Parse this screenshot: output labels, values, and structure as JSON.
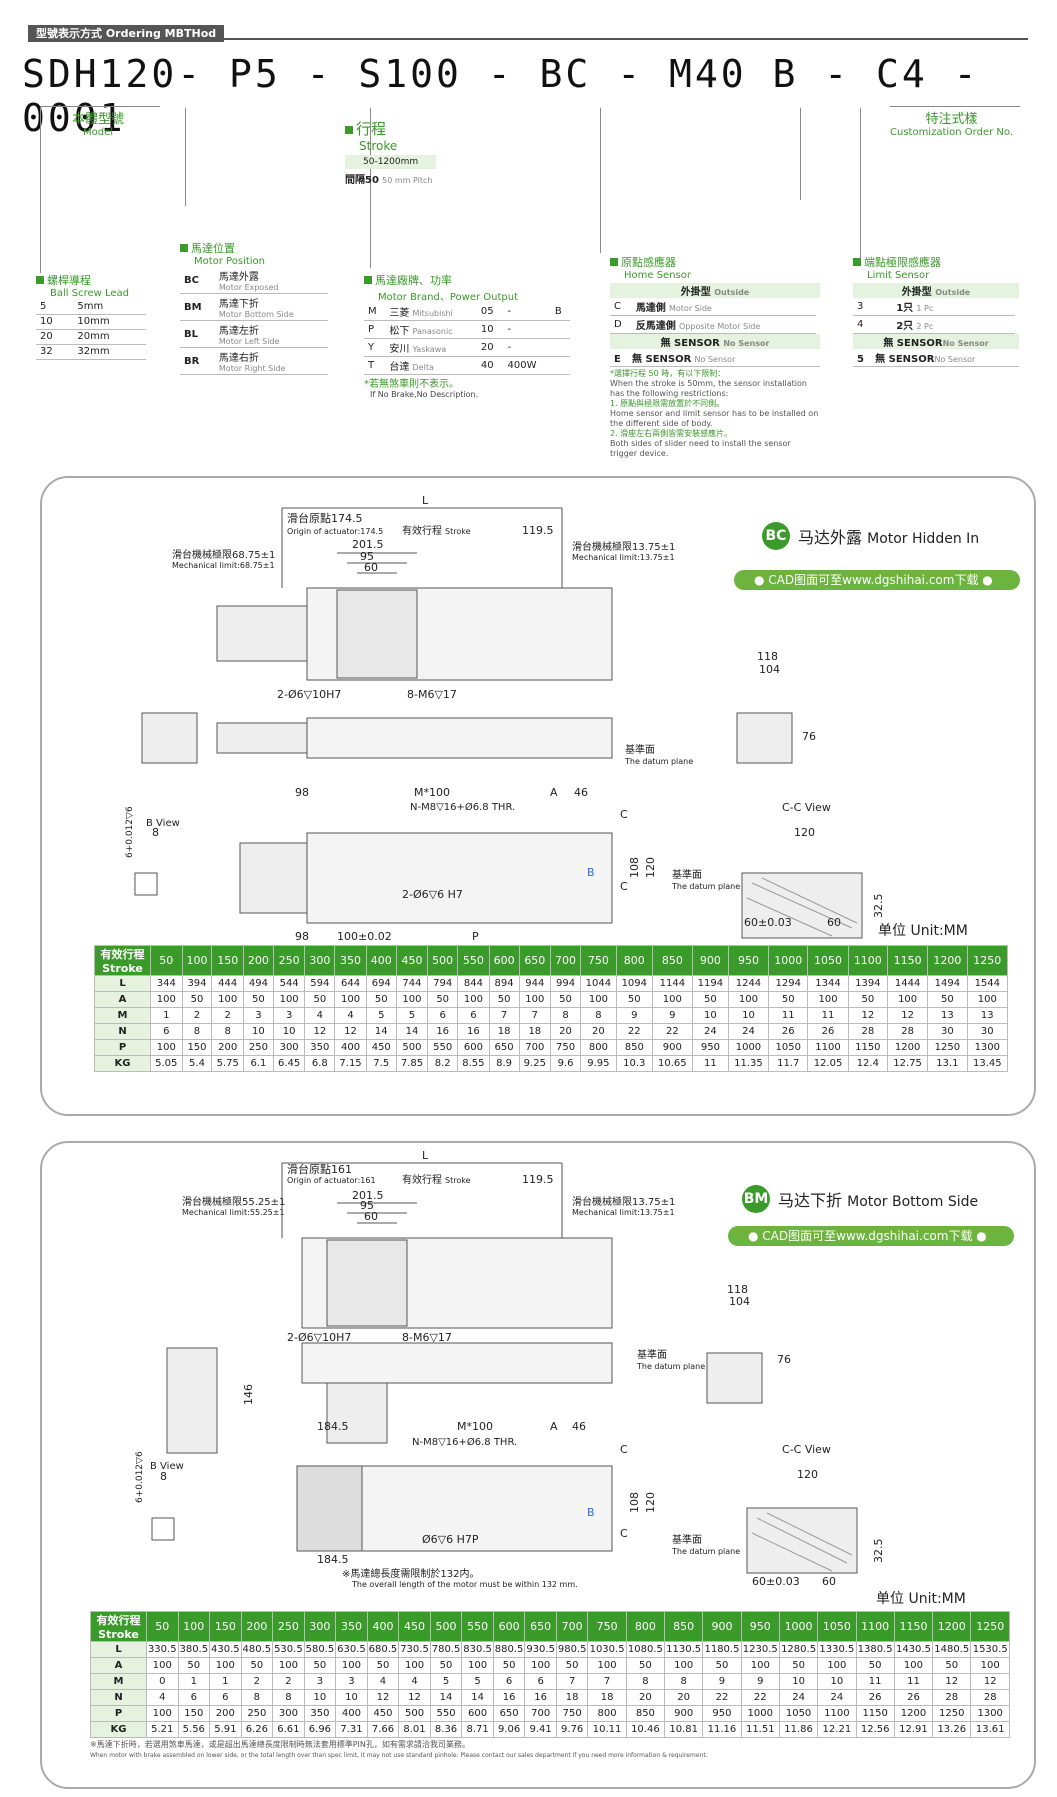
{
  "header": {
    "title": "型號表示方式 Ordering MBTHod"
  },
  "order_code": "SDH120- P5 - S100 - BC - M40 B - C4 - 0001",
  "model": {
    "zh": "本體型號",
    "en": "Model"
  },
  "stroke": {
    "zh": "行程",
    "en": "Stroke",
    "range": "50-1200mm",
    "pitch_zh": "間隔50",
    "pitch_en": "50 mm Pitch"
  },
  "custom": {
    "zh": "特注式樣",
    "en": "Customization Order No."
  },
  "lead": {
    "zh": "螺桿導程",
    "en": "Ball Screw Lead",
    "rows": [
      [
        "5",
        "5mm"
      ],
      [
        "10",
        "10mm"
      ],
      [
        "20",
        "20mm"
      ],
      [
        "32",
        "32mm"
      ]
    ]
  },
  "motor_pos": {
    "zh": "馬達位置",
    "en": "Motor Position",
    "rows": [
      [
        "BC",
        "馬達外露",
        "Motor Exposed"
      ],
      [
        "BM",
        "馬達下折",
        "Motor Bottom Side"
      ],
      [
        "BL",
        "馬達左折",
        "Motor Left Side"
      ],
      [
        "BR",
        "馬達右折",
        "Motor Right Side"
      ]
    ]
  },
  "motor_brand": {
    "zh": "馬達廠牌、功率",
    "en": "Motor Brand、Power Output",
    "rows": [
      [
        "M",
        "三菱",
        "Mitsubishi",
        "05",
        "-",
        "B"
      ],
      [
        "P",
        "松下",
        "Panasonic",
        "10",
        "-",
        ""
      ],
      [
        "Y",
        "安川",
        "Yaskawa",
        "20",
        "-",
        ""
      ],
      [
        "T",
        "台達",
        "Delta",
        "40",
        "400W",
        ""
      ]
    ],
    "note_zh": "*若無煞車則不表示。",
    "note_en": "If No Brake,No Description."
  },
  "home": {
    "zh": "原點感應器",
    "en": "Home Sensor",
    "outside": "外掛型",
    "outside_en": "Outside",
    "rows": [
      [
        "C",
        "馬達側",
        "Motor Side"
      ],
      [
        "D",
        "反馬達側",
        "Opposite Motor Side"
      ]
    ],
    "none": "無 SENSOR",
    "none_en": "No Sensor",
    "e_row": [
      "E",
      "無 SENSOR",
      "No Sensor"
    ],
    "notes": [
      "*選擇行程 50 時，有以下限制：",
      "When the stroke is 50mm, the sensor installation has the following restrictions:",
      "1. 原點與極限需放置於不同側。",
      "Home sensor and limit sensor has to be installed on the different side of body.",
      "2. 滑座左右兩側皆需安裝感應片。",
      "Both sides of slider need to install the sensor trigger device."
    ]
  },
  "limit": {
    "zh": "端點極限感應器",
    "en": "Limit Sensor",
    "outside": "外掛型",
    "outside_en": "Outside",
    "rows": [
      [
        "3",
        "1只",
        "1 Pc"
      ],
      [
        "4",
        "2只",
        "2 Pc"
      ]
    ],
    "none": "無 SENSOR",
    "none_en": "No Sensor",
    "five": [
      "5",
      "無 SENSOR",
      "No Sensor"
    ]
  },
  "card1": {
    "badge": "BC",
    "title_zh": "马达外露",
    "title_en": "Motor Hidden In",
    "cad": "CAD图面可至www.dgshihai.com下载",
    "labels": {
      "L": "L",
      "origin_zh": "滑台原點174.5",
      "origin_en": "Origin of actuator:174.5",
      "stroke_zh": "有效行程",
      "stroke_en": "Stroke",
      "d1195": "119.5",
      "d2015": "201.5",
      "d95": "95",
      "d60": "60",
      "mech_l_zh": "滑台機械極限68.75±1",
      "mech_l_en": "Mechanical limit:68.75±1",
      "mech_r_zh": "滑台機械極限13.75±1",
      "mech_r_en": "Mechanical limit:13.75±1",
      "holes1": "2-Ø6▽10H7",
      "holes2": "8-M6▽17",
      "d118": "118",
      "d104": "104",
      "d76": "76",
      "datum_zh": "基準面",
      "datum_en": "The datum plane",
      "d98": "98",
      "m100": "M*100",
      "a": "A",
      "d46": "46",
      "thr": "N-M8▽16+Ø6.8 THR.",
      "c": "C",
      "bview": "B View",
      "d8": "8",
      "tol": "6+0.012▽6",
      "zero": "0",
      "d108": "108",
      "d120": "120",
      "holes3": "2-Ø6▽6 H7",
      "d98b": "98",
      "d100": "100±0.02",
      "p": "P",
      "ccview": "C-C View",
      "d120b": "120",
      "d325": "32.5",
      "d6003": "60±0.03",
      "d60b": "60",
      "b": "B"
    },
    "unit": "单位 Unit:MM"
  },
  "card2": {
    "badge": "BM",
    "title_zh": "马达下折",
    "title_en": "Motor Bottom Side",
    "cad": "CAD图面可至www.dgshihai.com下载",
    "labels": {
      "L": "L",
      "origin_zh": "滑台原點161",
      "origin_en": "Origin of actuator:161",
      "stroke_zh": "有效行程",
      "stroke_en": "Stroke",
      "d1195": "119.5",
      "d2015": "201.5",
      "d95": "95",
      "d60": "60",
      "mech_l_zh": "滑台機械極限55.25±1",
      "mech_l_en": "Mechanical limit:55.25±1",
      "mech_r_zh": "滑台機械極限13.75±1",
      "mech_r_en": "Mechanical limit:13.75±1",
      "holes1": "2-Ø6▽10H7",
      "holes2": "8-M6▽17",
      "d118": "118",
      "d104": "104",
      "d76": "76",
      "d146": "146",
      "datum_zh": "基準面",
      "datum_en": "The datum plane",
      "d1845": "184.5",
      "m100": "M*100",
      "a": "A",
      "d46": "46",
      "thr": "N-M8▽16+Ø6.8 THR.",
      "c": "C",
      "bview": "B View",
      "d8": "8",
      "tol": "6+0.012▽6",
      "zero": "0",
      "d108": "108",
      "d120": "120",
      "holes3": "Ø6▽6 H7P",
      "d1845b": "184.5",
      "note_zh": "※馬達總長度需限制於132内。",
      "note_en": "The overall length of the motor must be within 132 mm.",
      "ccview": "C-C View",
      "d120b": "120",
      "d325": "32.5",
      "d6003": "60±0.03",
      "d60b": "60",
      "b": "B"
    },
    "unit": "单位 Unit:MM",
    "foot_zh": "※馬達下折時，若選用煞車馬達，或是超出馬達總長度限制時無法套用標準PIN孔，如有需求請洽我司業務。",
    "foot_en": "When motor with brake assembled on lower side, or the total length over than spec limit, it may not use standard pinhole. Please contact our sales department if you need more information & requirement."
  },
  "table1": {
    "head": [
      "有效行程 Stroke",
      "50",
      "100",
      "150",
      "200",
      "250",
      "300",
      "350",
      "400",
      "450",
      "500",
      "550",
      "600",
      "650",
      "700",
      "750",
      "800",
      "850",
      "900",
      "950",
      "1000",
      "1050",
      "1100",
      "1150",
      "1200",
      "1250"
    ],
    "rows": [
      [
        "L",
        "344",
        "394",
        "444",
        "494",
        "544",
        "594",
        "644",
        "694",
        "744",
        "794",
        "844",
        "894",
        "944",
        "994",
        "1044",
        "1094",
        "1144",
        "1194",
        "1244",
        "1294",
        "1344",
        "1394",
        "1444",
        "1494",
        "1544"
      ],
      [
        "A",
        "100",
        "50",
        "100",
        "50",
        "100",
        "50",
        "100",
        "50",
        "100",
        "50",
        "100",
        "50",
        "100",
        "50",
        "100",
        "50",
        "100",
        "50",
        "100",
        "50",
        "100",
        "50",
        "100",
        "50",
        "100"
      ],
      [
        "M",
        "1",
        "2",
        "2",
        "3",
        "3",
        "4",
        "4",
        "5",
        "5",
        "6",
        "6",
        "7",
        "7",
        "8",
        "8",
        "9",
        "9",
        "10",
        "10",
        "11",
        "11",
        "12",
        "12",
        "13",
        "13"
      ],
      [
        "N",
        "6",
        "8",
        "8",
        "10",
        "10",
        "12",
        "12",
        "14",
        "14",
        "16",
        "16",
        "18",
        "18",
        "20",
        "20",
        "22",
        "22",
        "24",
        "24",
        "26",
        "26",
        "28",
        "28",
        "30",
        "30"
      ],
      [
        "P",
        "100",
        "150",
        "200",
        "250",
        "300",
        "350",
        "400",
        "450",
        "500",
        "550",
        "600",
        "650",
        "700",
        "750",
        "800",
        "850",
        "900",
        "950",
        "1000",
        "1050",
        "1100",
        "1150",
        "1200",
        "1250",
        "1300"
      ],
      [
        "KG",
        "5.05",
        "5.4",
        "5.75",
        "6.1",
        "6.45",
        "6.8",
        "7.15",
        "7.5",
        "7.85",
        "8.2",
        "8.55",
        "8.9",
        "9.25",
        "9.6",
        "9.95",
        "10.3",
        "10.65",
        "11",
        "11.35",
        "11.7",
        "12.05",
        "12.4",
        "12.75",
        "13.1",
        "13.45"
      ]
    ]
  },
  "table2": {
    "head": [
      "有效行程 Stroke",
      "50",
      "100",
      "150",
      "200",
      "250",
      "300",
      "350",
      "400",
      "450",
      "500",
      "550",
      "600",
      "650",
      "700",
      "750",
      "800",
      "850",
      "900",
      "950",
      "1000",
      "1050",
      "1100",
      "1150",
      "1200",
      "1250"
    ],
    "rows": [
      [
        "L",
        "330.5",
        "380.5",
        "430.5",
        "480.5",
        "530.5",
        "580.5",
        "630.5",
        "680.5",
        "730.5",
        "780.5",
        "830.5",
        "880.5",
        "930.5",
        "980.5",
        "1030.5",
        "1080.5",
        "1130.5",
        "1180.5",
        "1230.5",
        "1280.5",
        "1330.5",
        "1380.5",
        "1430.5",
        "1480.5",
        "1530.5"
      ],
      [
        "A",
        "100",
        "50",
        "100",
        "50",
        "100",
        "50",
        "100",
        "50",
        "100",
        "50",
        "100",
        "50",
        "100",
        "50",
        "100",
        "50",
        "100",
        "50",
        "100",
        "50",
        "100",
        "50",
        "100",
        "50",
        "100"
      ],
      [
        "M",
        "0",
        "1",
        "1",
        "2",
        "2",
        "3",
        "3",
        "4",
        "4",
        "5",
        "5",
        "6",
        "6",
        "7",
        "7",
        "8",
        "8",
        "9",
        "9",
        "10",
        "10",
        "11",
        "11",
        "12",
        "12"
      ],
      [
        "N",
        "4",
        "6",
        "6",
        "8",
        "8",
        "10",
        "10",
        "12",
        "12",
        "14",
        "14",
        "16",
        "16",
        "18",
        "18",
        "20",
        "20",
        "22",
        "22",
        "24",
        "24",
        "26",
        "26",
        "28",
        "28"
      ],
      [
        "P",
        "100",
        "150",
        "200",
        "250",
        "300",
        "350",
        "400",
        "450",
        "500",
        "550",
        "600",
        "650",
        "700",
        "750",
        "800",
        "850",
        "900",
        "950",
        "1000",
        "1050",
        "1100",
        "1150",
        "1200",
        "1250",
        "1300"
      ],
      [
        "KG",
        "5.21",
        "5.56",
        "5.91",
        "6.26",
        "6.61",
        "6.96",
        "7.31",
        "7.66",
        "8.01",
        "8.36",
        "8.71",
        "9.06",
        "9.41",
        "9.76",
        "10.11",
        "10.46",
        "10.81",
        "11.16",
        "11.51",
        "11.86",
        "12.21",
        "12.56",
        "12.91",
        "13.26",
        "13.61"
      ]
    ]
  }
}
